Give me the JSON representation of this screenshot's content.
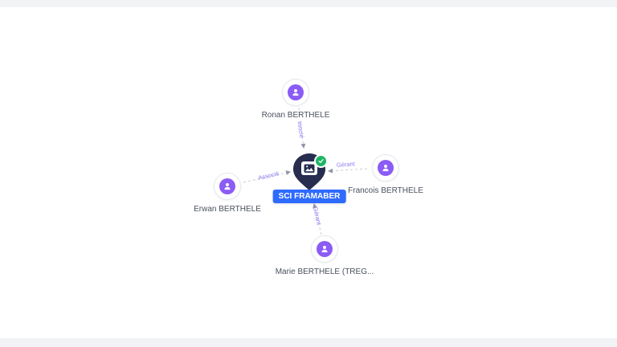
{
  "graph": {
    "company": {
      "label": "SCI FRAMABER",
      "badge": "verified-check",
      "chip_color": "#2e6bff",
      "pin_color": "#272d4e",
      "badge_color": "#1fb564"
    },
    "nodes": [
      {
        "id": "ronan",
        "label": "Ronan BERTHELE"
      },
      {
        "id": "francois",
        "label": "Francois BERTHELE"
      },
      {
        "id": "erwan",
        "label": "Erwan BERTHELE"
      },
      {
        "id": "marie",
        "label": "Marie BERTHELE (TREG..."
      }
    ],
    "edges": [
      {
        "from": "ronan",
        "to": "company",
        "label": "Associé"
      },
      {
        "from": "erwan",
        "to": "company",
        "label": "Associé"
      },
      {
        "from": "francois",
        "to": "company",
        "label": "Gérant"
      },
      {
        "from": "marie",
        "to": "company",
        "label": "Gérant"
      }
    ],
    "colors": {
      "avatar": "#8b5cf6",
      "edge": "#c8ccd4",
      "edge_label": "#8b7bf4",
      "node_label": "#49505e"
    }
  }
}
